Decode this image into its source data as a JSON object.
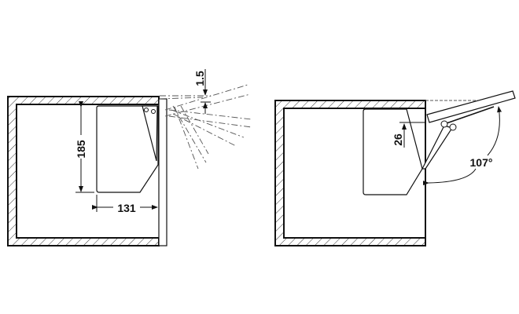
{
  "left_figure": {
    "dim_height": "185",
    "dim_width": "131",
    "dim_gap": "1.5"
  },
  "right_figure": {
    "dim_offset": "26",
    "opening_angle": "107°"
  },
  "colors": {
    "line": "#111111",
    "hatch": "#333333",
    "dash": "#555555"
  }
}
